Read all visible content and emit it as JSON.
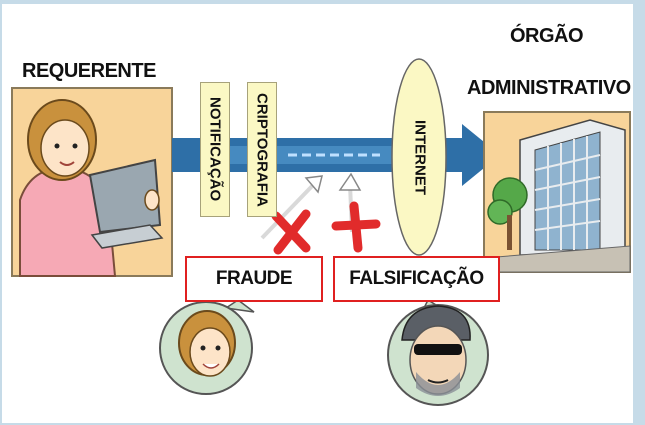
{
  "labels": {
    "requerente": "REQUERENTE",
    "orgao_line1": "ÓRGÃO",
    "orgao_line2": "ADMINISTRATIVO",
    "notificacao": "NOTIFICAÇÃO",
    "criptografia": "CRIPTOGRAFIA",
    "internet": "INTERNET",
    "fraude": "FRAUDE",
    "falsificacao": "FALSIFICAÇÃO"
  },
  "colors": {
    "arrow": "#2e6fa7",
    "label_fill": "#fbf8c4",
    "panel_fill": "#f8d49a",
    "attack_red": "#e12b2b",
    "warning_border": "#e02020"
  },
  "icons": [
    "person-at-laptop-illustration",
    "building-illustration",
    "woman-face-icon",
    "masked-thief-icon",
    "x-mark-icon",
    "cross-mark-icon"
  ]
}
